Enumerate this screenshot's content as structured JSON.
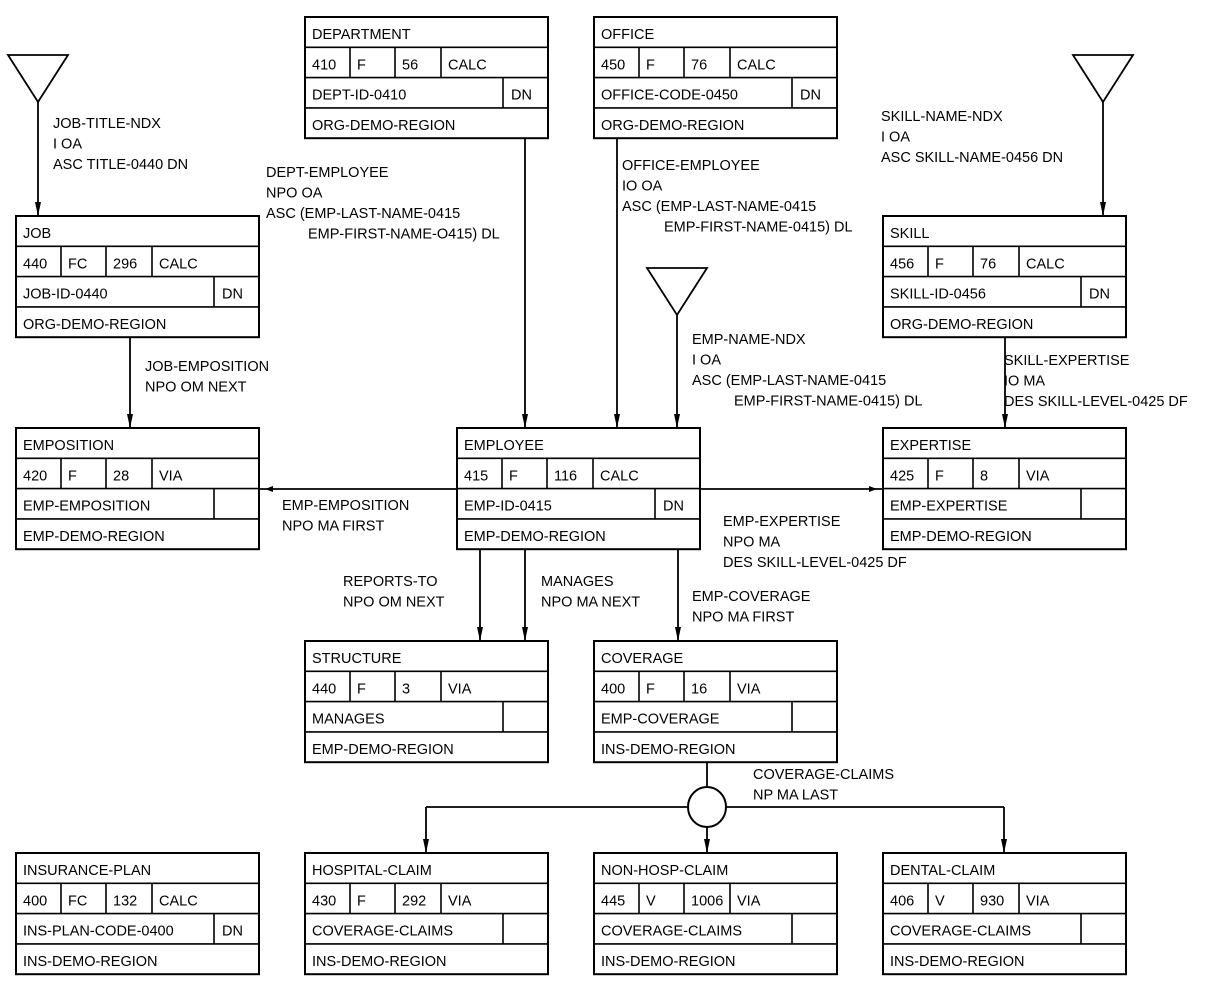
{
  "diagram": {
    "records": [
      {
        "id": "department",
        "name": "DEPARTMENT",
        "record_id": "410",
        "record_type": "F",
        "length": "56",
        "location_mode": "CALC",
        "calc_key": "DEPT-ID-0410",
        "dup_option": "DN",
        "area": "ORG-DEMO-REGION"
      },
      {
        "id": "office",
        "name": "OFFICE",
        "record_id": "450",
        "record_type": "F",
        "length": "76",
        "location_mode": "CALC",
        "calc_key": "OFFICE-CODE-0450",
        "dup_option": "DN",
        "area": "ORG-DEMO-REGION"
      },
      {
        "id": "job",
        "name": "JOB",
        "record_id": "440",
        "record_type": "FC",
        "length": "296",
        "location_mode": "CALC",
        "calc_key": "JOB-ID-0440",
        "dup_option": "DN",
        "area": "ORG-DEMO-REGION"
      },
      {
        "id": "skill",
        "name": "SKILL",
        "record_id": "456",
        "record_type": "F",
        "length": "76",
        "location_mode": "CALC",
        "calc_key": "SKILL-ID-0456",
        "dup_option": "DN",
        "area": "ORG-DEMO-REGION"
      },
      {
        "id": "emposition",
        "name": "EMPOSITION",
        "record_id": "420",
        "record_type": "F",
        "length": "28",
        "location_mode": "VIA",
        "calc_key": "EMP-EMPOSITION",
        "dup_option": "",
        "area": "EMP-DEMO-REGION"
      },
      {
        "id": "employee",
        "name": "EMPLOYEE",
        "record_id": "415",
        "record_type": "F",
        "length": "116",
        "location_mode": "CALC",
        "calc_key": "EMP-ID-0415",
        "dup_option": "DN",
        "area": "EMP-DEMO-REGION"
      },
      {
        "id": "expertise",
        "name": "EXPERTISE",
        "record_id": "425",
        "record_type": "F",
        "length": "8",
        "location_mode": "VIA",
        "calc_key": "EMP-EXPERTISE",
        "dup_option": "",
        "area": "EMP-DEMO-REGION"
      },
      {
        "id": "structure",
        "name": "STRUCTURE",
        "record_id": "440",
        "record_type": "F",
        "length": "3",
        "location_mode": "VIA",
        "calc_key": "MANAGES",
        "dup_option": "",
        "area": "EMP-DEMO-REGION"
      },
      {
        "id": "coverage",
        "name": "COVERAGE",
        "record_id": "400",
        "record_type": "F",
        "length": "16",
        "location_mode": "VIA",
        "calc_key": "EMP-COVERAGE",
        "dup_option": "",
        "area": "INS-DEMO-REGION"
      },
      {
        "id": "insurance-plan",
        "name": "INSURANCE-PLAN",
        "record_id": "400",
        "record_type": "FC",
        "length": "132",
        "location_mode": "CALC",
        "calc_key": "INS-PLAN-CODE-0400",
        "dup_option": "DN",
        "area": "INS-DEMO-REGION"
      },
      {
        "id": "hospital-claim",
        "name": "HOSPITAL-CLAIM",
        "record_id": "430",
        "record_type": "F",
        "length": "292",
        "location_mode": "VIA",
        "calc_key": "COVERAGE-CLAIMS",
        "dup_option": "",
        "area": "INS-DEMO-REGION"
      },
      {
        "id": "non-hosp-claim",
        "name": "NON-HOSP-CLAIM",
        "record_id": "445",
        "record_type": "V",
        "length": "1006",
        "location_mode": "VIA",
        "calc_key": "COVERAGE-CLAIMS",
        "dup_option": "",
        "area": "INS-DEMO-REGION"
      },
      {
        "id": "dental-claim",
        "name": "DENTAL-CLAIM",
        "record_id": "406",
        "record_type": "V",
        "length": "930",
        "location_mode": "VIA",
        "calc_key": "COVERAGE-CLAIMS",
        "dup_option": "",
        "area": "INS-DEMO-REGION"
      }
    ],
    "indexes": [
      {
        "id": "job-title-ndx",
        "lines": [
          "JOB-TITLE-NDX",
          "I OA",
          "ASC TITLE-0440 DN"
        ]
      },
      {
        "id": "skill-name-ndx",
        "lines": [
          "SKILL-NAME-NDX",
          "I OA",
          "ASC SKILL-NAME-0456 DN"
        ]
      },
      {
        "id": "emp-name-ndx",
        "lines": [
          "EMP-NAME-NDX",
          "I OA",
          "ASC (EMP-LAST-NAME-0415",
          "EMP-FIRST-NAME-0415) DL"
        ]
      }
    ],
    "sets": [
      {
        "id": "dept-employee",
        "lines": [
          "DEPT-EMPLOYEE",
          "NPO OA",
          "ASC (EMP-LAST-NAME-0415",
          "EMP-FIRST-NAME-O415) DL"
        ]
      },
      {
        "id": "office-employee",
        "lines": [
          "OFFICE-EMPLOYEE",
          "IO OA",
          "ASC (EMP-LAST-NAME-0415",
          "EMP-FIRST-NAME-0415) DL"
        ]
      },
      {
        "id": "job-emposition",
        "lines": [
          "JOB-EMPOSITION",
          "NPO OM NEXT"
        ]
      },
      {
        "id": "skill-expertise",
        "lines": [
          "SKILL-EXPERTISE",
          "IO MA",
          "DES SKILL-LEVEL-0425 DF"
        ]
      },
      {
        "id": "emp-emposition",
        "lines": [
          "EMP-EMPOSITION",
          "NPO MA FIRST"
        ]
      },
      {
        "id": "emp-expertise",
        "lines": [
          "EMP-EXPERTISE",
          "NPO MA",
          "DES SKILL-LEVEL-0425 DF"
        ]
      },
      {
        "id": "reports-to",
        "lines": [
          "REPORTS-TO",
          "NPO OM NEXT"
        ]
      },
      {
        "id": "manages",
        "lines": [
          "MANAGES",
          "NPO MA NEXT"
        ]
      },
      {
        "id": "emp-coverage",
        "lines": [
          "EMP-COVERAGE",
          "NPO MA FIRST"
        ]
      },
      {
        "id": "coverage-claims",
        "lines": [
          "COVERAGE-CLAIMS",
          "NP MA LAST"
        ]
      }
    ]
  }
}
